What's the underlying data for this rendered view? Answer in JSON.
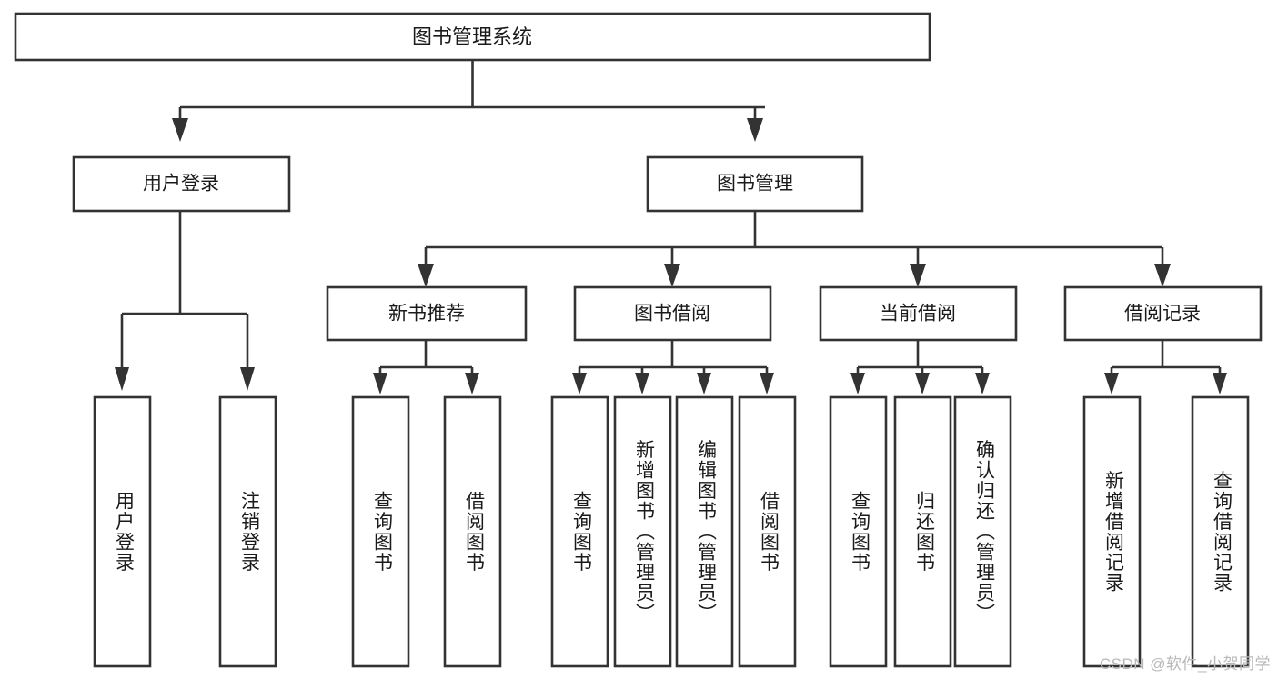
{
  "diagram": {
    "type": "tree-hierarchy",
    "title_text": "图书管理系统",
    "watermark": "CSDN @软件_小贺同学",
    "colors": {
      "box_stroke": "#333333",
      "box_fill": "#ffffff",
      "text": "#1a1a1a",
      "background": "#ffffff",
      "watermark": "#b9b9b9"
    },
    "root": {
      "id": "root",
      "label": "图书管理系统"
    },
    "level2": [
      {
        "id": "user-login",
        "label": "用户登录"
      },
      {
        "id": "book-management",
        "label": "图书管理"
      }
    ],
    "level3": [
      {
        "id": "new-book-recommend",
        "label": "新书推荐",
        "parent": "book-management"
      },
      {
        "id": "book-borrow",
        "label": "图书借阅",
        "parent": "book-management"
      },
      {
        "id": "current-borrow",
        "label": "当前借阅",
        "parent": "book-management"
      },
      {
        "id": "borrow-record",
        "label": "借阅记录",
        "parent": "book-management"
      }
    ],
    "leaves": {
      "user_login": [
        {
          "id": "leaf-user-login",
          "label": "用户登录"
        },
        {
          "id": "leaf-logout-login",
          "label": "注销登录"
        }
      ],
      "new_book_recommend": [
        {
          "id": "leaf-query-book-1",
          "label": "查询图书"
        },
        {
          "id": "leaf-borrow-book-1",
          "label": "借阅图书"
        }
      ],
      "book_borrow": [
        {
          "id": "leaf-query-book-2",
          "label": "查询图书"
        },
        {
          "id": "leaf-add-book",
          "label": "新增图书（管理员）"
        },
        {
          "id": "leaf-edit-book",
          "label": "编辑图书（管理员）"
        },
        {
          "id": "leaf-borrow-book-2",
          "label": "借阅图书"
        }
      ],
      "current_borrow": [
        {
          "id": "leaf-query-book-3",
          "label": "查询图书"
        },
        {
          "id": "leaf-return-book",
          "label": "归还图书"
        },
        {
          "id": "leaf-confirm-return",
          "label": "确认归还（管理员）"
        }
      ],
      "borrow_record": [
        {
          "id": "leaf-add-record",
          "label": "新增借阅记录"
        },
        {
          "id": "leaf-query-record",
          "label": "查询借阅记录"
        }
      ]
    }
  }
}
